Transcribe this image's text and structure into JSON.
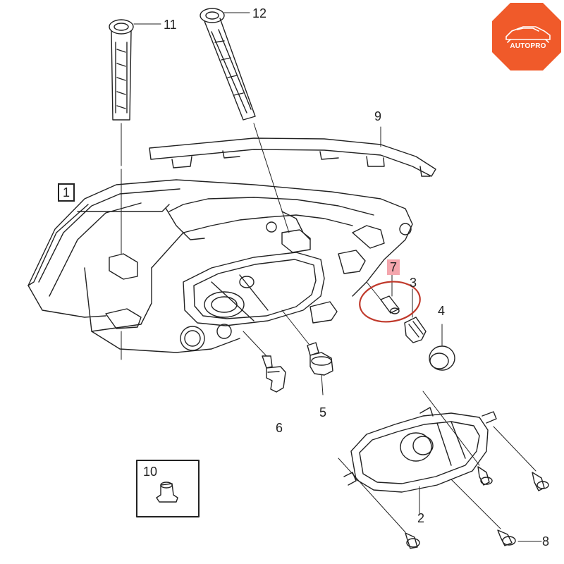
{
  "diagram": {
    "callouts": [
      {
        "id": "1",
        "label": "1"
      },
      {
        "id": "2",
        "label": "2"
      },
      {
        "id": "3",
        "label": "3"
      },
      {
        "id": "4",
        "label": "4"
      },
      {
        "id": "5",
        "label": "5"
      },
      {
        "id": "6",
        "label": "6"
      },
      {
        "id": "7",
        "label": "7"
      },
      {
        "id": "8",
        "label": "8"
      },
      {
        "id": "9",
        "label": "9"
      },
      {
        "id": "10",
        "label": "10"
      },
      {
        "id": "11",
        "label": "11"
      },
      {
        "id": "12",
        "label": "12"
      }
    ],
    "highlight": {
      "part": "7",
      "color": "#c0392b",
      "fill": "#f4a6ad"
    }
  },
  "logo": {
    "text": "AUTOPRO",
    "color": "#f05a2a"
  }
}
